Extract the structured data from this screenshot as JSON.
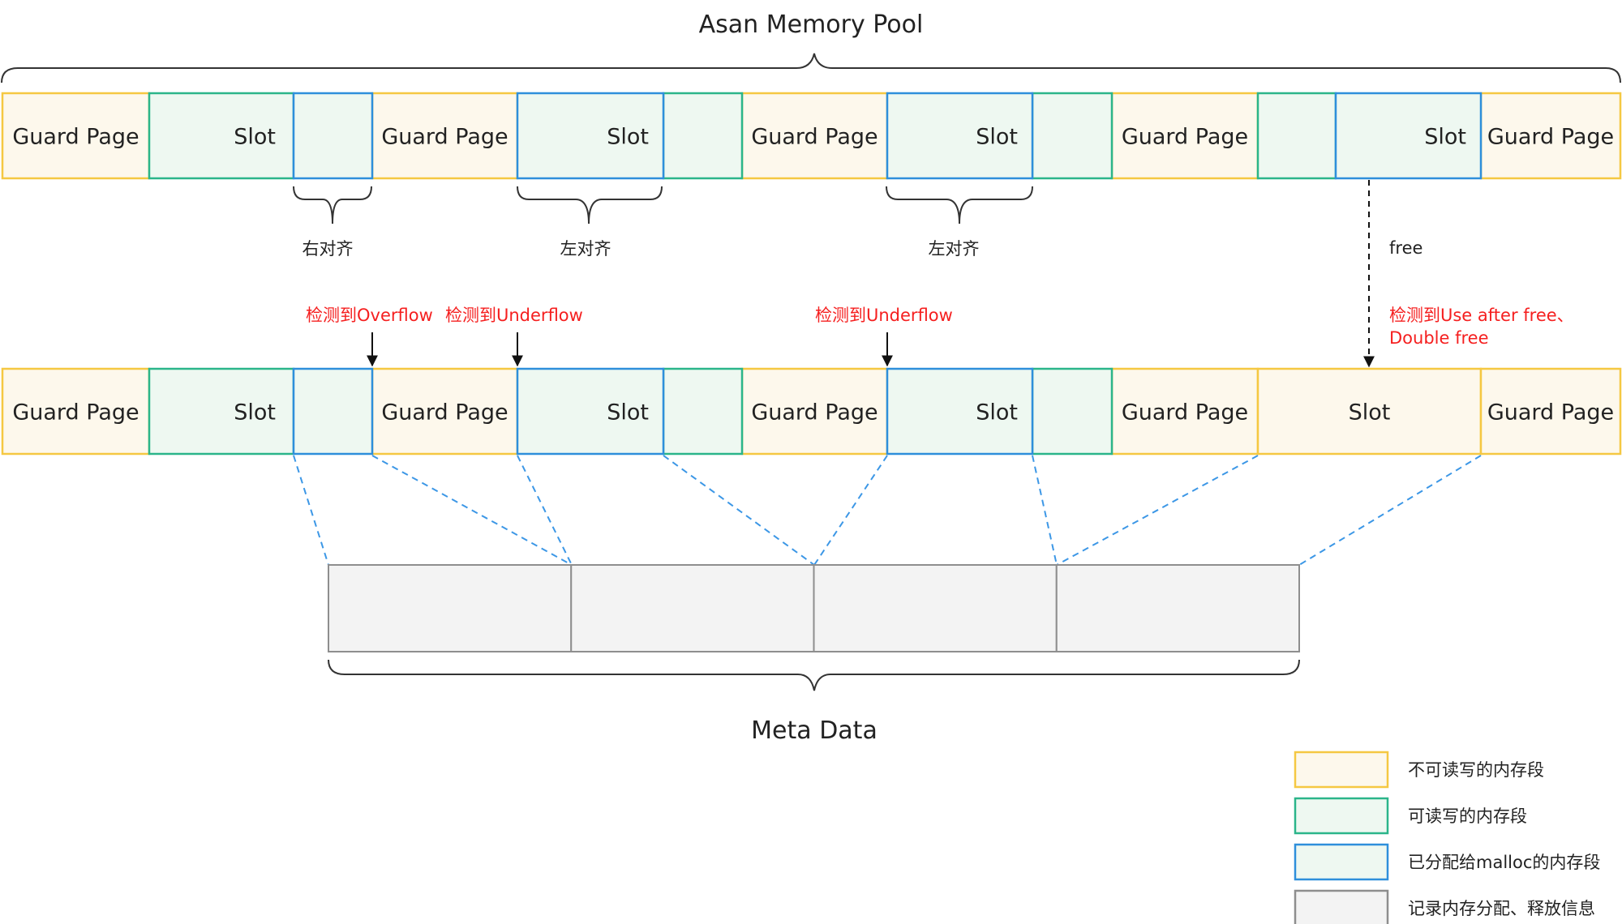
{
  "diagram": {
    "title": "Asan Memory Pool",
    "meta_label": "Meta Data",
    "colors": {
      "guard_fill": "#fdf8ec",
      "guard_border": "#f5c842",
      "rw_fill": "#eef8f1",
      "rw_border": "#2bb58a",
      "malloc_fill": "#eef8f1",
      "malloc_border": "#2e8fdb",
      "meta_fill": "#f3f3f3",
      "meta_border": "#8e8e8e",
      "annotation": "#f51f1f",
      "dash": "#3c97e6",
      "text": "#222222"
    },
    "top_row": [
      {
        "type": "guard",
        "label": "Guard Page"
      },
      {
        "type": "rw",
        "label": "Slot"
      },
      {
        "type": "malloc",
        "label": ""
      },
      {
        "type": "guard",
        "label": "Guard Page"
      },
      {
        "type": "malloc",
        "label": "Slot"
      },
      {
        "type": "rw",
        "label": ""
      },
      {
        "type": "guard",
        "label": "Guard Page"
      },
      {
        "type": "malloc",
        "label": "Slot"
      },
      {
        "type": "rw",
        "label": ""
      },
      {
        "type": "guard",
        "label": "Guard Page"
      },
      {
        "type": "rw",
        "label": ""
      },
      {
        "type": "malloc",
        "label": "Slot"
      },
      {
        "type": "guard",
        "label": "Guard Page"
      }
    ],
    "bottom_row": [
      {
        "type": "guard",
        "label": "Guard Page"
      },
      {
        "type": "rw",
        "label": "Slot"
      },
      {
        "type": "malloc",
        "label": ""
      },
      {
        "type": "guard",
        "label": "Guard Page"
      },
      {
        "type": "malloc",
        "label": "Slot"
      },
      {
        "type": "rw",
        "label": ""
      },
      {
        "type": "guard",
        "label": "Guard Page"
      },
      {
        "type": "malloc",
        "label": "Slot"
      },
      {
        "type": "rw",
        "label": ""
      },
      {
        "type": "guard",
        "label": "Guard Page"
      },
      {
        "type": "guard",
        "label": "Slot"
      },
      {
        "type": "guard",
        "label": "Guard Page"
      }
    ],
    "alignment_labels": [
      "右对齐",
      "左对齐",
      "左对齐"
    ],
    "free_label": "free",
    "annotations": [
      "检测到Overflow",
      "检测到Underflow",
      "检测到Underflow",
      "检测到Use after free、",
      "Double free"
    ],
    "meta_cells": 4,
    "legend": [
      {
        "type": "guard",
        "label": "不可读写的内存段"
      },
      {
        "type": "rw",
        "label": "可读写的内存段"
      },
      {
        "type": "malloc",
        "label": "已分配给malloc的内存段"
      },
      {
        "type": "meta",
        "label": "记录内存分配、释放信息"
      }
    ]
  }
}
